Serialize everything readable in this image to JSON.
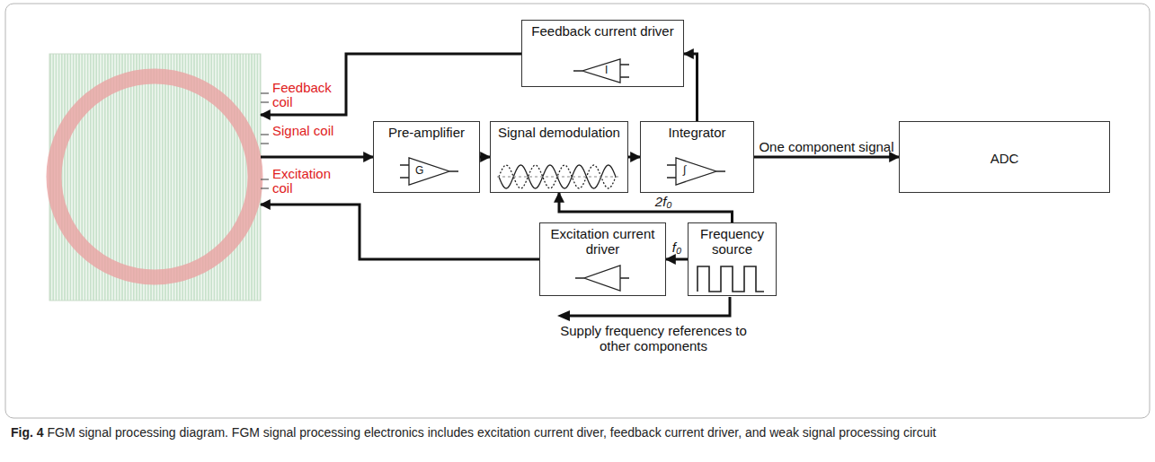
{
  "diagram": {
    "caption": "Fig. 4 FGM signal processing diagram. FGM signal processing electronics includes excitation current diver, feedback current driver, and weak signal processing circuit",
    "nodes": [
      {
        "text": [
          "Feedback coil",
          "Signal coil",
          "Excitation coil"
        ]
      },
      {
        "text": [
          "Feedback current driver"
        ]
      },
      {
        "text": [
          "Pre-amplifier"
        ]
      },
      {
        "text": [
          "Signal demodulation"
        ]
      },
      {
        "text": [
          "Integrator"
        ]
      },
      {
        "text": [
          "ADC"
        ]
      },
      {
        "text": [
          "Excitation current driver"
        ]
      },
      {
        "text": [
          "Frequency source"
        ]
      }
    ],
    "edges": [
      {
        "from": 1,
        "to": 0,
        "arrow": "to"
      },
      {
        "from": 0,
        "to": 2,
        "arrow": "to"
      },
      {
        "from": 6,
        "to": 0,
        "arrow": "to"
      },
      {
        "from": 2,
        "to": 3,
        "arrow": "to"
      },
      {
        "from": 3,
        "to": 4,
        "arrow": "to"
      },
      {
        "from": 4,
        "to": 5,
        "label": "One component signal",
        "arrow": "to"
      },
      {
        "from": 4,
        "to": 1,
        "arrow": "to"
      },
      {
        "from": 7,
        "to": 6,
        "label": "f₀",
        "arrow": "to"
      },
      {
        "from": 7,
        "to": 3,
        "label": "2f₀",
        "arrow": "to"
      }
    ],
    "labels": [
      "I",
      "G",
      "∫",
      "Supply frequency references to other components"
    ]
  }
}
